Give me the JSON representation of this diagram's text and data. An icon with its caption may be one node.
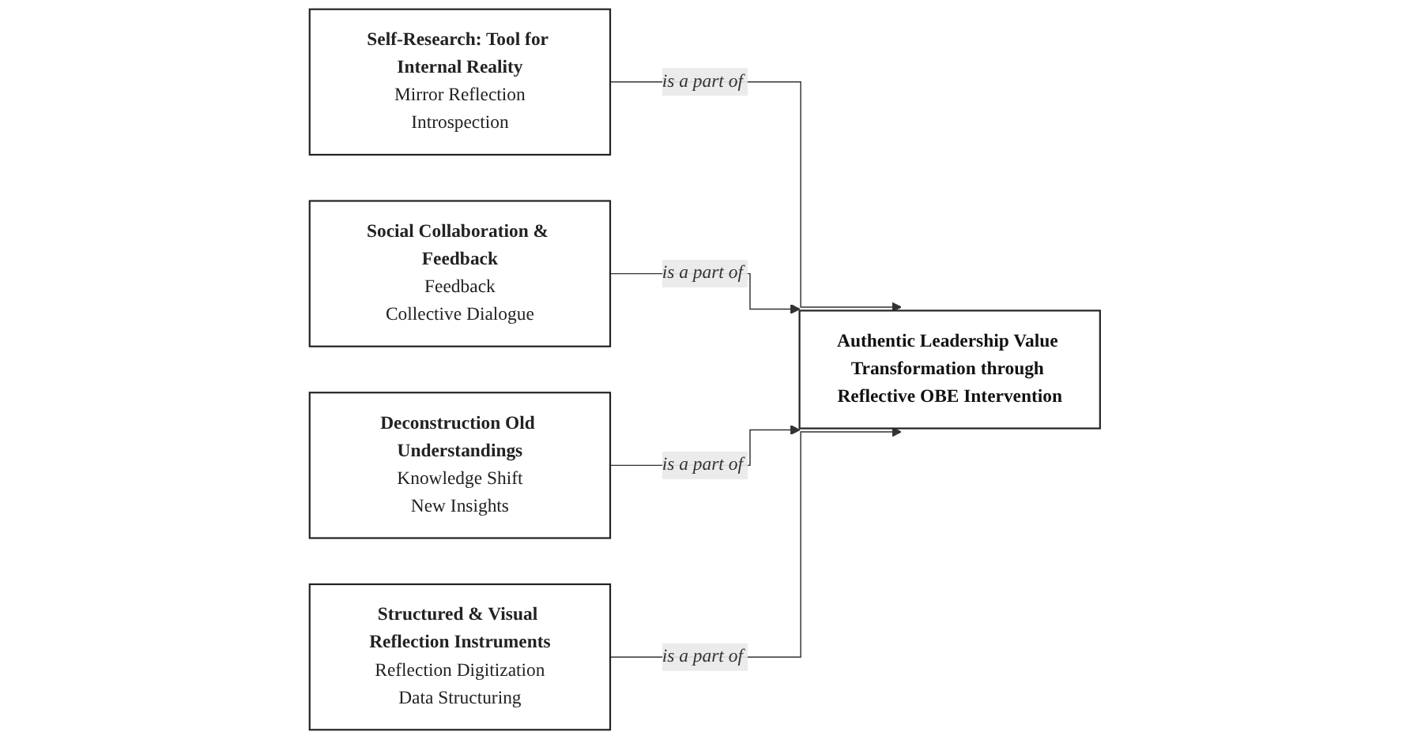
{
  "diagram": {
    "nodes": [
      {
        "text": [
          "Self-Research: Tool for Internal Reality",
          "Mirror Reflection",
          "Introspection"
        ]
      },
      {
        "text": [
          "Social Collaboration & Feedback",
          "Feedback",
          "Collective Dialogue"
        ]
      },
      {
        "text": [
          "Authentic Leadership Value Transformation through Reflective OBE Intervention"
        ]
      },
      {
        "text": [
          "Deconstruction Old Understandings",
          "Knowledge Shift",
          "New Insights"
        ]
      },
      {
        "text": [
          "Structured & Visual Reflection Instruments",
          "Reflection Digitization",
          "Data Structuring"
        ]
      }
    ],
    "edges": [
      {
        "from": 0,
        "to": 2,
        "arrow": "to",
        "label": "is a part of"
      },
      {
        "from": 1,
        "to": 2,
        "arrow": "to",
        "label": "is a part of"
      },
      {
        "from": 3,
        "to": 2,
        "arrow": "to",
        "label": "is a part of"
      },
      {
        "from": 4,
        "to": 2,
        "arrow": "to",
        "label": "is a part of"
      }
    ]
  }
}
